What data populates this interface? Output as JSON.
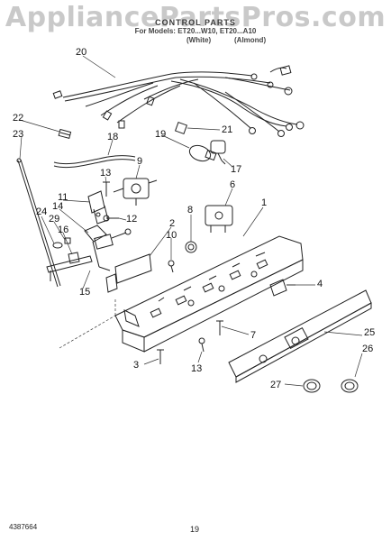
{
  "watermark": "AppliancePartsPros.com",
  "header": {
    "title": "CONTROL PARTS",
    "models": "For Models: ET20...W10, ET20...A10",
    "variant_1": "(White)",
    "variant_2": "(Almond)"
  },
  "callouts": [
    "20",
    "22",
    "23",
    "18",
    "21",
    "19",
    "17",
    "13",
    "9",
    "6",
    "11",
    "14",
    "12",
    "8",
    "1",
    "24",
    "29",
    "16",
    "2",
    "10",
    "4",
    "15",
    "25",
    "7",
    "26",
    "3",
    "13",
    "27"
  ],
  "footer": {
    "doc_number": "4387664",
    "page_number": "19"
  }
}
